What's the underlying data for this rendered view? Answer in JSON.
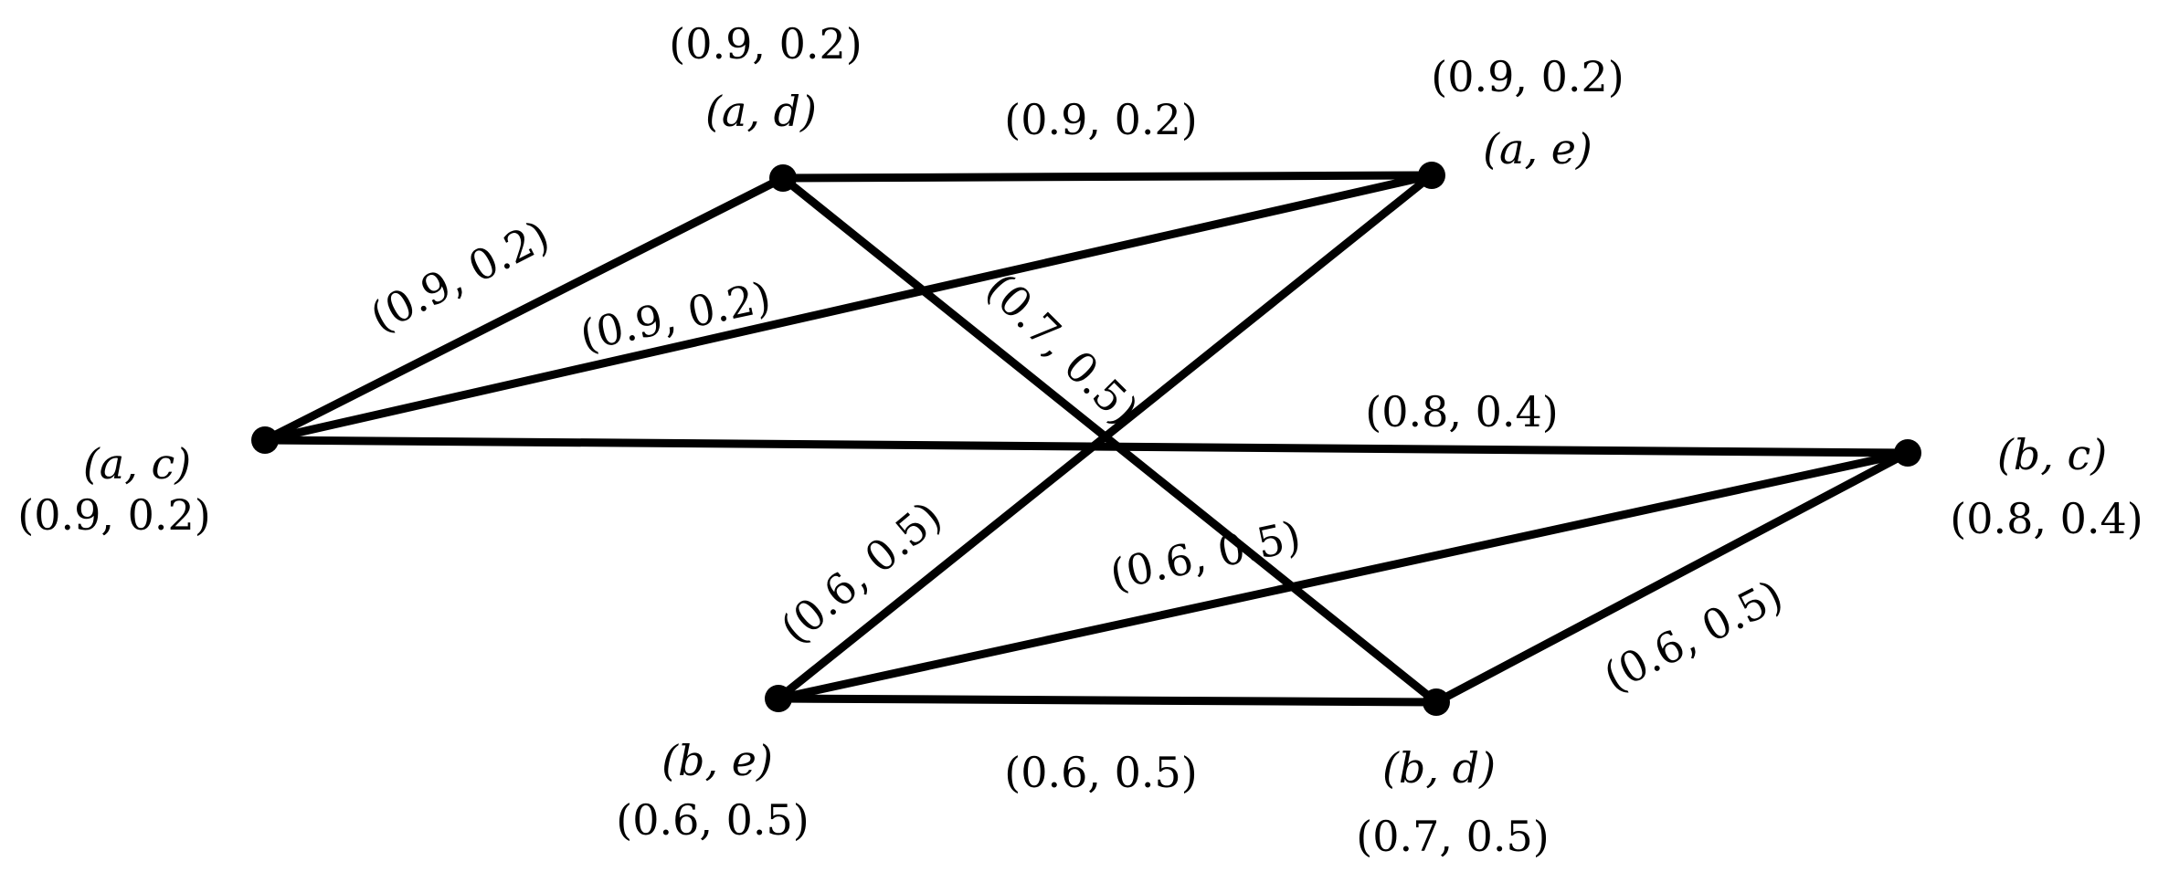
{
  "vertices": [
    {
      "id": "ac",
      "name": "(a, c)",
      "value": "(0.9, 0.2)"
    },
    {
      "id": "ad",
      "name": "(a, d)",
      "value": "(0.9, 0.2)"
    },
    {
      "id": "ae",
      "name": "(a, e)",
      "value": "(0.9, 0.2)"
    },
    {
      "id": "bc",
      "name": "(b, c)",
      "value": "(0.8, 0.4)"
    },
    {
      "id": "be",
      "name": "(b, e)",
      "value": "(0.6, 0.5)"
    },
    {
      "id": "bd",
      "name": "(b, d)",
      "value": "(0.7, 0.5)"
    }
  ],
  "edges": [
    {
      "id": "ad-ae",
      "from": "ad",
      "to": "ae",
      "label": "(0.9, 0.2)"
    },
    {
      "id": "ac-ad",
      "from": "ac",
      "to": "ad",
      "label": "(0.9, 0.2)"
    },
    {
      "id": "ac-ae",
      "from": "ac",
      "to": "ae",
      "label": "(0.9, 0.2)"
    },
    {
      "id": "ad-bd",
      "from": "ad",
      "to": "bd",
      "label": "(0.7, 0.5)"
    },
    {
      "id": "ac-bc",
      "from": "ac",
      "to": "bc",
      "label": "(0.8, 0.4)"
    },
    {
      "id": "ae-be",
      "from": "ae",
      "to": "be",
      "label": "(0.6, 0.5)"
    },
    {
      "id": "be-bc",
      "from": "be",
      "to": "bc",
      "label": "(0.6, 0.5)"
    },
    {
      "id": "bd-bc",
      "from": "bd",
      "to": "bc",
      "label": "(0.6, 0.5)"
    },
    {
      "id": "be-bd",
      "from": "be",
      "to": "bd",
      "label": "(0.6, 0.5)"
    }
  ]
}
